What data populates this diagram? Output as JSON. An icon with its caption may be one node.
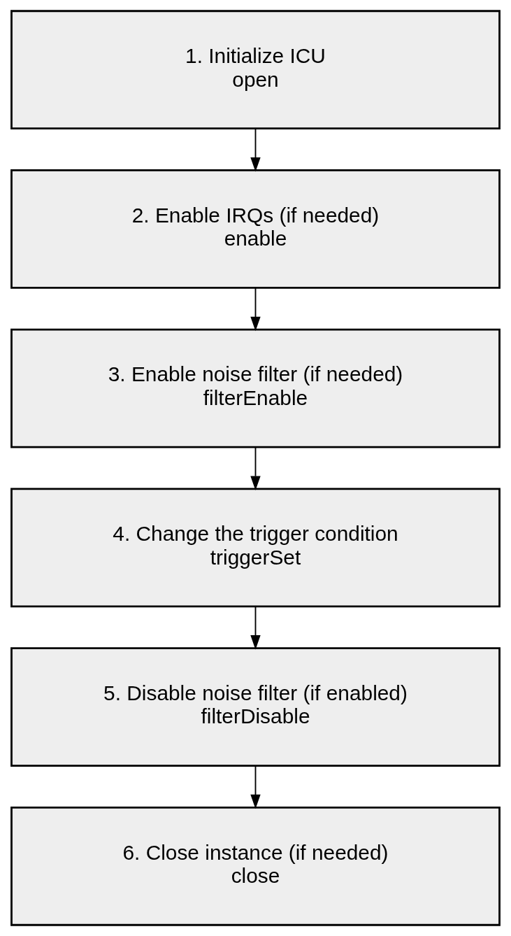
{
  "diagram": {
    "nodes": [
      {
        "text": [
          "1. Initialize ICU",
          "open"
        ]
      },
      {
        "text": [
          "2. Enable IRQs (if needed)",
          "enable"
        ]
      },
      {
        "text": [
          "3. Enable noise filter (if needed)",
          "filterEnable"
        ]
      },
      {
        "text": [
          "4. Change the trigger condition",
          "triggerSet"
        ]
      },
      {
        "text": [
          "5. Disable noise filter (if enabled)",
          "filterDisable"
        ]
      },
      {
        "text": [
          "6. Close instance (if needed)",
          "close"
        ]
      }
    ],
    "edges": [
      {
        "from": 0,
        "to": 1,
        "arrow": "to"
      },
      {
        "from": 1,
        "to": 2,
        "arrow": "to"
      },
      {
        "from": 2,
        "to": 3,
        "arrow": "to"
      },
      {
        "from": 3,
        "to": 4,
        "arrow": "to"
      },
      {
        "from": 4,
        "to": 5,
        "arrow": "to"
      }
    ]
  }
}
